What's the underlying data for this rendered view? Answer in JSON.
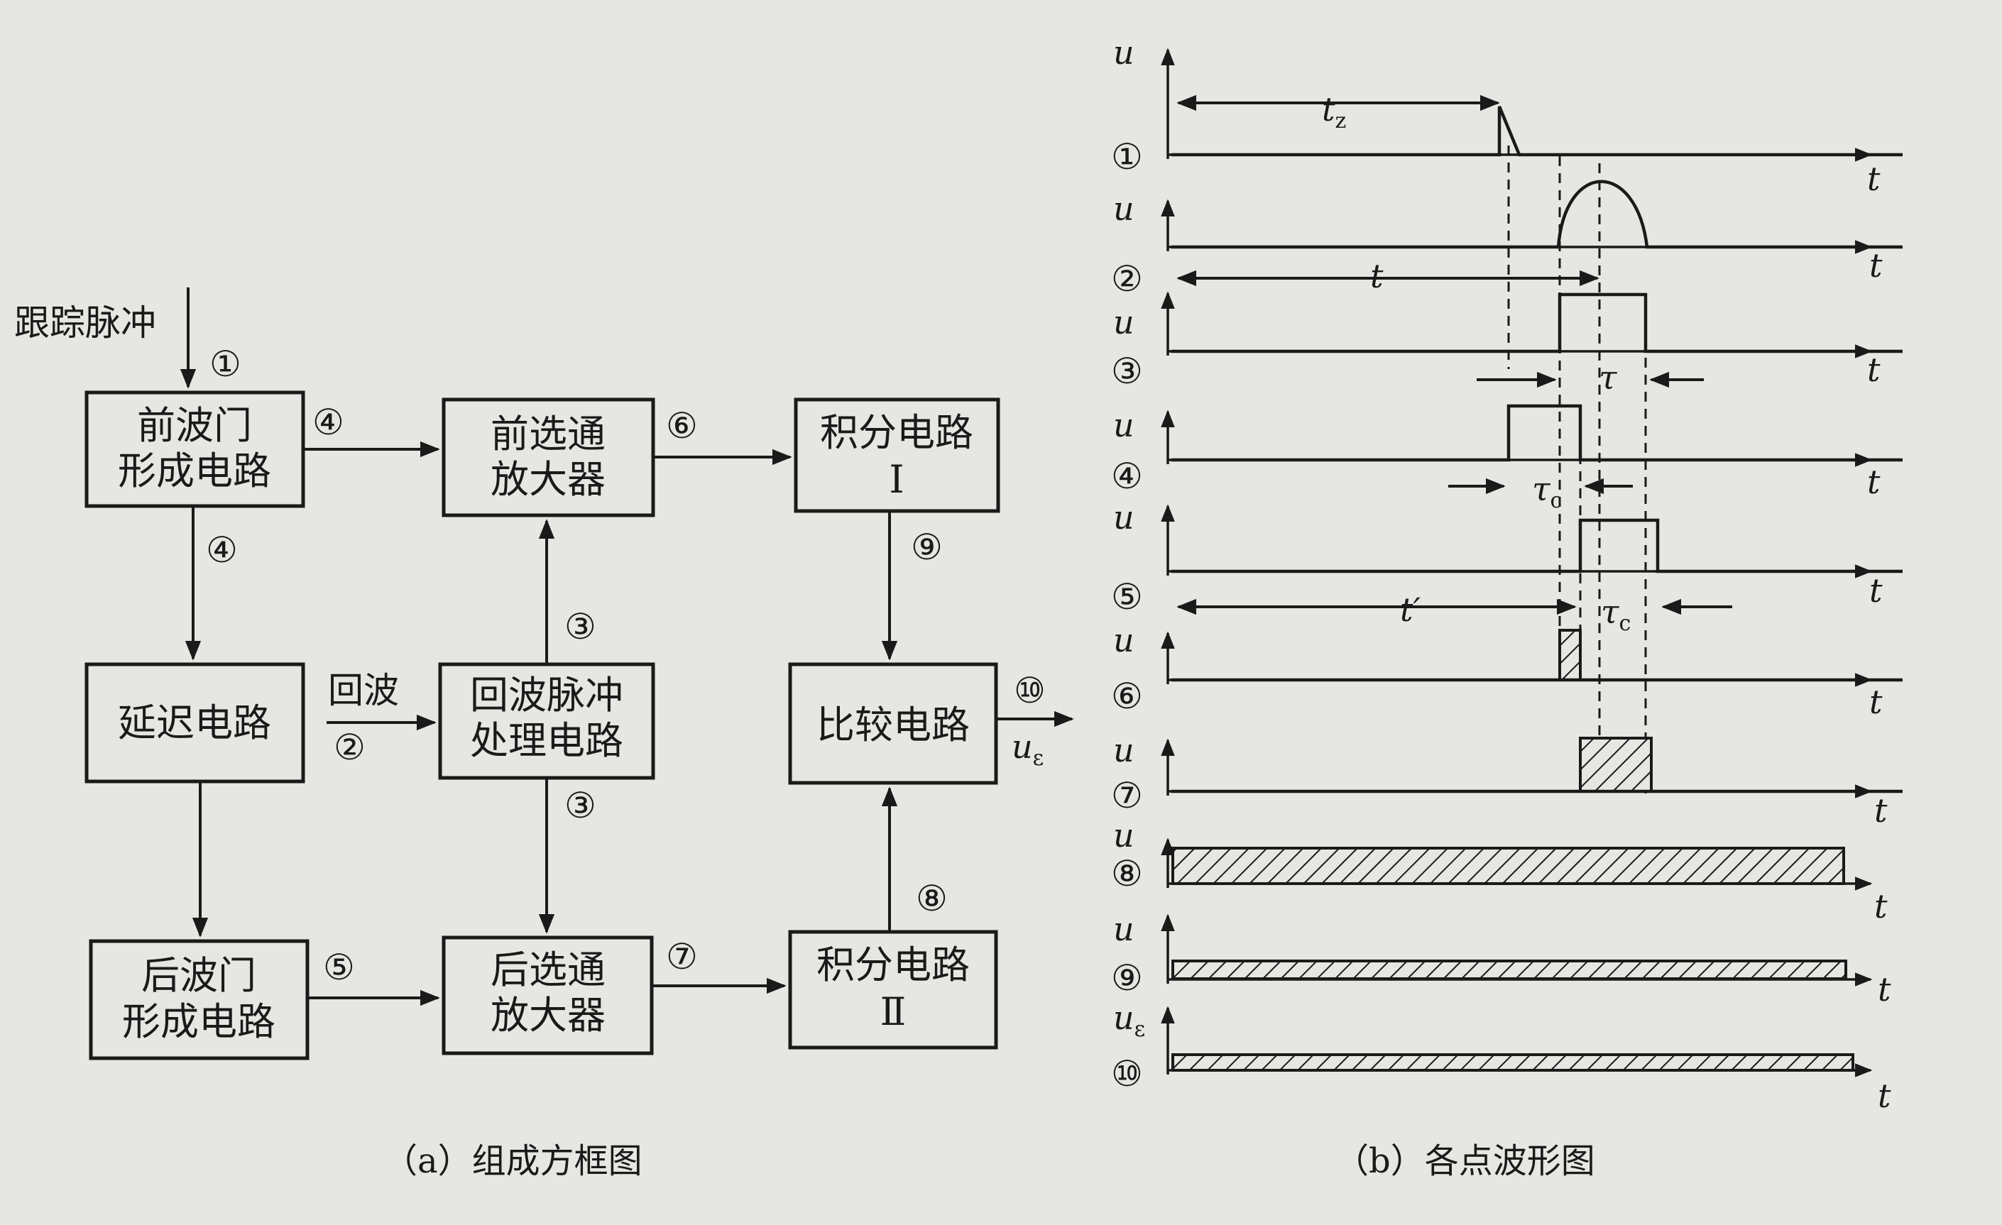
{
  "block_diagram": {
    "input_label": "跟踪脉冲",
    "boxes": {
      "front_gate": [
        "前波门",
        "形成电路"
      ],
      "delay": "延迟电路",
      "rear_gate": [
        "后波门",
        "形成电路"
      ],
      "front_amp": [
        "前选通",
        "放大器"
      ],
      "echo_proc": [
        "回波脉冲",
        "处理电路"
      ],
      "rear_amp": [
        "后选通",
        "放大器"
      ],
      "int1": [
        "积分电路",
        "Ⅰ"
      ],
      "compare": "比较电路",
      "int2": [
        "积分电路",
        "Ⅱ"
      ]
    },
    "echo_label": "回波",
    "output_label": "u",
    "output_sub": "ε",
    "markers": {
      "n1": "①",
      "n2": "②",
      "n3": "③",
      "n4": "④",
      "n5": "⑤",
      "n6": "⑥",
      "n7": "⑦",
      "n8": "⑧",
      "n9": "⑨",
      "n10": "⑩"
    },
    "caption": "（a）组成方框图"
  },
  "waveforms": {
    "axis_u": "u",
    "axis_u10": "u",
    "axis_u10_sub": "ε",
    "axis_t": "t",
    "rows": [
      "①",
      "②",
      "③",
      "④",
      "⑤",
      "⑥",
      "⑦",
      "⑧",
      "⑨",
      "⑩"
    ],
    "tz": "t",
    "tz_sub": "z",
    "t2": "t",
    "tau": "τ",
    "tauc": "τ",
    "tauc_sub": "c",
    "tprime": "t′",
    "caption": "（b）各点波形图"
  }
}
